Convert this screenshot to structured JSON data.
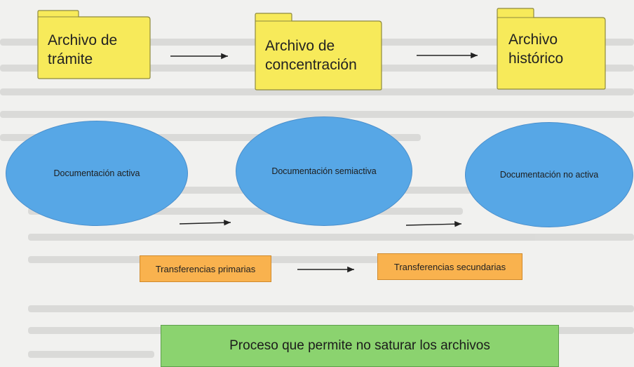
{
  "folders": [
    {
      "label_line1": "Archivo de",
      "label_line2": "trámite"
    },
    {
      "label_line1": "Archivo de",
      "label_line2": "concentración"
    },
    {
      "label_line1": "Archivo",
      "label_line2": "histórico"
    }
  ],
  "stages": [
    {
      "label": "Documentación activa"
    },
    {
      "label": "Documentación semiactiva"
    },
    {
      "label": "Documentación no activa"
    }
  ],
  "transfers": [
    {
      "label": "Transferencias primarias"
    },
    {
      "label": "Transferencias secundarias"
    }
  ],
  "summary": {
    "label": "Proceso que permite no saturar los archivos"
  },
  "colors": {
    "folder": "#f7ea5a",
    "stage": "#57a7e6",
    "transfer": "#f9b24e",
    "summary": "#8bd36f"
  }
}
